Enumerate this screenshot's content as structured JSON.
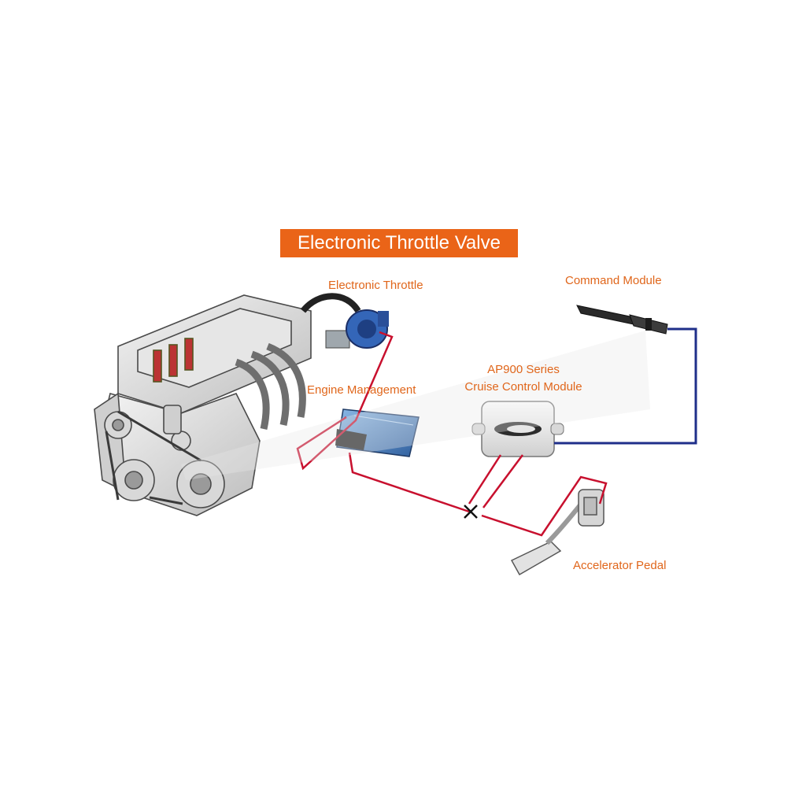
{
  "title": "Electronic Throttle Valve",
  "components": {
    "electronic_throttle": "Electronic Throttle",
    "command_module": "Command Module",
    "cruise_module_line1": "AP900 Series",
    "cruise_module_line2": "Cruise Control Module",
    "engine_management": "Engine Management",
    "accelerator_pedal": "Accelerator Pedal"
  },
  "colors": {
    "title_background": "#ea6418",
    "title_text": "#ffffff",
    "label_text": "#e0661b",
    "signal_wire": "#c8102e",
    "command_wire": "#1f2f8a",
    "ecu_body": "#3f7fc4",
    "throttle_body": "#3466b8"
  },
  "icons": {
    "engine": "engine-illustration",
    "throttle": "throttle-body-icon",
    "ecu": "ecu-icon",
    "cruise_module": "cruise-module-icon",
    "command_stalk": "command-stalk-icon",
    "pedal": "accelerator-pedal-icon",
    "wire_cut": "cut-mark-icon"
  }
}
